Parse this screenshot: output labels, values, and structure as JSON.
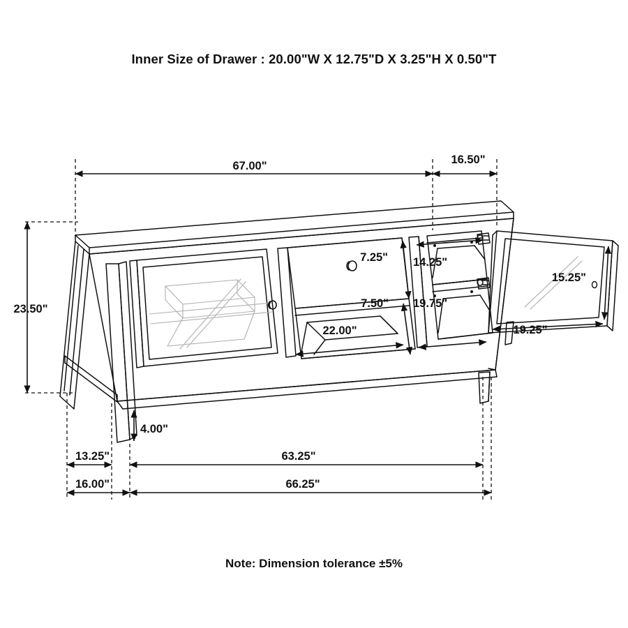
{
  "document": {
    "type": "technical-dimension-drawing",
    "subject": "TV console / entertainment center with glass doors and drawer",
    "title": "Inner Size of Drawer : 20.00\"W X 12.75\"D X 3.25\"H X 0.50\"T",
    "note": "Note: Dimension tolerance ±5%",
    "background_color": "#ffffff",
    "line_color": "#111111",
    "glass_line_color": "#b8b8b8"
  },
  "dimensions": {
    "overall_width": "67.00\"",
    "right_section_width": "16.50\"",
    "overall_height": "23.50\"",
    "drawer_front_height": "7.25\"",
    "right_upper_compartment_width": "14.25\"",
    "lower_shelf_height": "7.50\"",
    "right_lower_compartment_width": "19.75\"",
    "center_shelf_width": "22.00\"",
    "door_panel_height": "15.25\"",
    "door_panel_width": "19.25\"",
    "leg_height": "4.00\"",
    "depth_front": "13.25\"",
    "depth_total": "16.00\"",
    "base_width_inner": "63.25\"",
    "base_width_outer": "66.25\""
  },
  "labels": {
    "d_67": "67.00\"",
    "d_1650": "16.50\"",
    "d_2350": "23.50\"",
    "d_725": "7.25\"",
    "d_1425": "14.25\"",
    "d_750": "7.50\"",
    "d_1975": "19.75\"",
    "d_2200": "22.00\"",
    "d_1525": "15.25\"",
    "d_1925": "19.25\"",
    "d_400": "4.00\"",
    "d_1325": "13.25\"",
    "d_1600": "16.00\"",
    "d_6325": "63.25\"",
    "d_6625": "66.25\""
  }
}
